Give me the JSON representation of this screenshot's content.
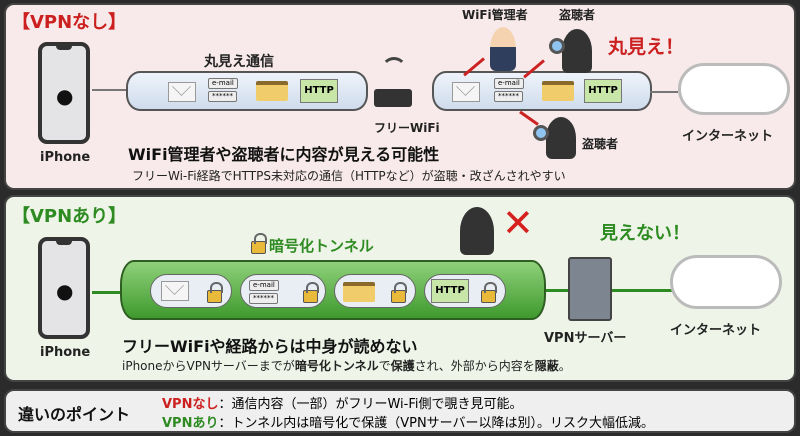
{
  "no_vpn": {
    "title": "【VPNなし】",
    "device": "iPhone",
    "tunnel_label": "丸見え通信",
    "router_label": "フリーWiFi",
    "internet_label": "インターネット",
    "wifi_admin": "WiFi管理者",
    "eavesdropper_top": "盗聴者",
    "eavesdropper_bottom": "盗聴者",
    "alert": "丸見え！",
    "email_field": "e-mail",
    "password_field": "******",
    "http": "HTTP",
    "heading": "WiFi管理者や盗聴者に内容が見える可能性",
    "description": "フリーWi-Fi経路でHTTPS未対応の通信（HTTPなど）が盗聴・改ざんされやすい"
  },
  "with_vpn": {
    "title": "【VPNあり】",
    "device": "iPhone",
    "tunnel_label": "暗号化トンネル",
    "server_label": "VPNサーバー",
    "internet_label": "インターネット",
    "alert": "見えない！",
    "email_field": "e-mail",
    "password_field": "******",
    "http": "HTTP",
    "heading": "フリーWiFiや経路からは中身が読めない",
    "description_parts": [
      "iPhoneからVPNサーバーまでが",
      "暗号化トンネル",
      "で",
      "保護",
      "され、外部から内容を",
      "隠蔽",
      "。"
    ]
  },
  "points": {
    "title": "違いのポイント",
    "rows": [
      {
        "label": "VPNなし",
        "text": "：通信内容（一部）がフリーWi-Fi側で覗き見可能。"
      },
      {
        "label": "VPNあり",
        "text": "：トンネル内は暗号化で保護（VPNサーバー以降は別）。リスク大幅低減。"
      }
    ]
  },
  "colors": {
    "red": "#cc1f1f",
    "green": "#2e8b22",
    "tube_blue": "#dde8f4",
    "tube_green": "#4fae3c"
  }
}
